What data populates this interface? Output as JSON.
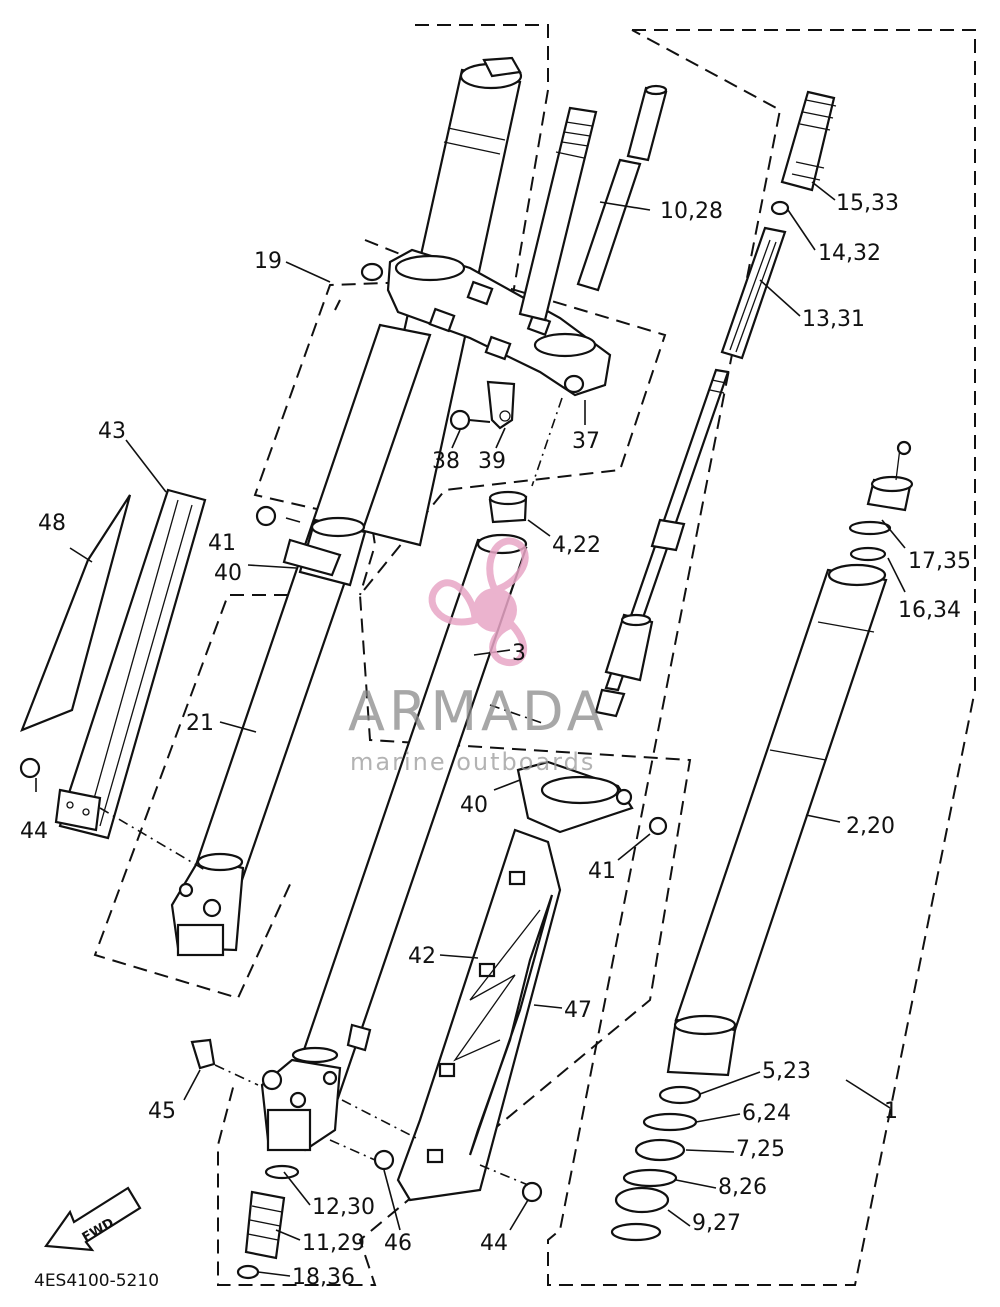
{
  "diagram": {
    "part_code": "4ES4100-5210",
    "direction_badge": "FWD",
    "labels": {
      "p1": "1",
      "p2_20": "2,20",
      "p3": "3",
      "p4_22": "4,22",
      "p5_23": "5,23",
      "p6_24": "6,24",
      "p7_25": "7,25",
      "p8_26": "8,26",
      "p9_27": "9,27",
      "p10_28": "10,28",
      "p11_29": "11,29",
      "p12_30": "12,30",
      "p13_31": "13,31",
      "p14_32": "14,32",
      "p15_33": "15,33",
      "p16_34": "16,34",
      "p17_35": "17,35",
      "p18_36": "18,36",
      "p19": "19",
      "p21": "21",
      "p37": "37",
      "p38": "38",
      "p39": "39",
      "p40_top": "40",
      "p40_mid": "40",
      "p41_top": "41",
      "p41_mid": "41",
      "p42": "42",
      "p43": "43",
      "p44_left": "44",
      "p44_bottom": "44",
      "p45": "45",
      "p46": "46",
      "p47": "47",
      "p48": "48"
    }
  },
  "watermark": {
    "brand": "ARMADA",
    "tagline": "marine outboards",
    "color": "#e8a6c6"
  }
}
